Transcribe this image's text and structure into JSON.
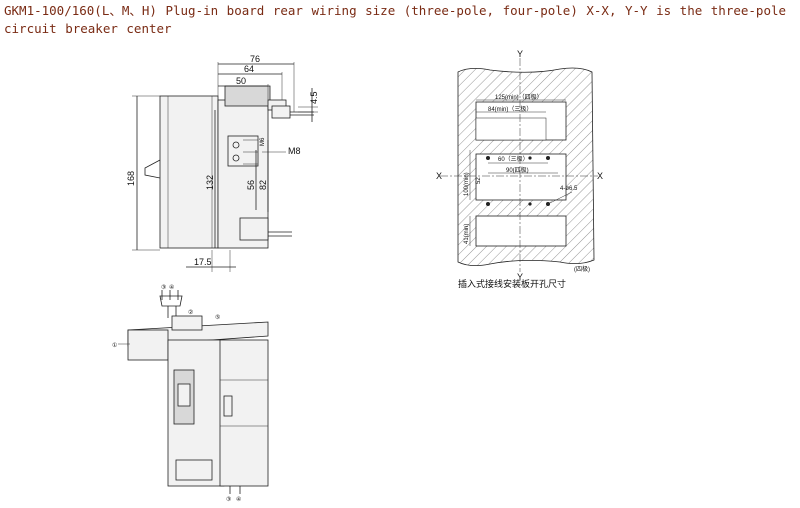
{
  "caption": "GKM1-100/160(L、M、H) Plug-in board rear wiring size (three-pole, four-pole) X-X, Y-Y is the three-pole circuit breaker center",
  "side_view": {
    "dims": {
      "d76": "76",
      "d64": "64",
      "d50": "50",
      "d4_5": "4.5",
      "m6": "M6",
      "m8": "M8",
      "d56": "56",
      "d82": "82",
      "d132": "132",
      "d168": "168",
      "d17_5": "17.5"
    }
  },
  "panel_cutout": {
    "axis_x": "X",
    "axis_y": "Y",
    "d125": "125(min)（四极）",
    "d84": "84(min)（三极）",
    "d60": "60（三极）",
    "d90": "90(四极)",
    "d100": "100(min)",
    "d52": "52",
    "d41": "41(min)",
    "holes": "4-ø6.5",
    "pole_tag": "(四极)",
    "title": "插入式接线安装板开孔尺寸"
  },
  "assembly": {
    "c1": "①",
    "c2": "②",
    "c3": "③",
    "c4": "④",
    "c5": "⑤"
  }
}
